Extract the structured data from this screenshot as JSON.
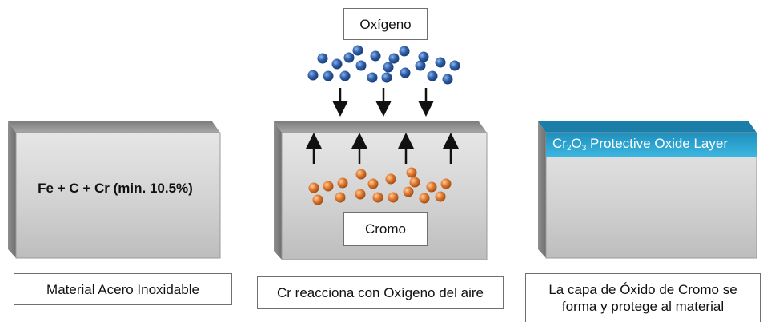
{
  "panel_left": {
    "formula": "Fe + C + Cr (min. 10.5%)",
    "caption": "Material Acero Inoxidable"
  },
  "panel_middle": {
    "oxygen_label": "Oxígeno",
    "chromium_label": "Cromo",
    "caption": "Cr reacciona con Oxígeno del aire"
  },
  "panel_right": {
    "oxide_formula_cr": "Cr",
    "oxide_formula_sub1": "2",
    "oxide_formula_o": "O",
    "oxide_formula_sub2": "3",
    "oxide_label_text": " Protective Oxide Layer",
    "caption_line1": "La capa de Óxido de Cromo se",
    "caption_line2": "forma y protege al material"
  },
  "colors": {
    "oxygen_atom": "#2f5fa8",
    "chromium_atom": "#e0782e",
    "oxide_layer": "#2aa3cf",
    "steel_front": "#cfcfcf",
    "steel_top": "#9a9a9a"
  }
}
